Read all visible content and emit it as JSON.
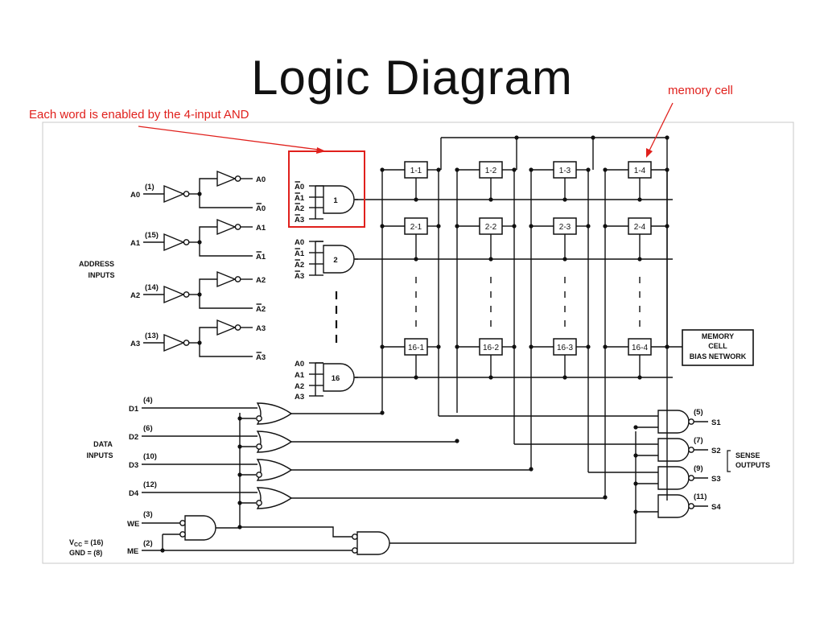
{
  "slide": {
    "title": "Logic Diagram",
    "annotations": {
      "and_note": "Each word is enabled by the 4-input AND",
      "memory_cell_note": "memory cell"
    },
    "accent_color": "#e0201c"
  },
  "diagram": {
    "address_group_label": [
      "ADDRESS",
      "INPUTS"
    ],
    "address_inputs": [
      {
        "name": "A0",
        "pin": "(1)",
        "true_out": "A0",
        "comp_out": "A0"
      },
      {
        "name": "A1",
        "pin": "(15)",
        "true_out": "A1",
        "comp_out": "A1"
      },
      {
        "name": "A2",
        "pin": "(14)",
        "true_out": "A2",
        "comp_out": "A2"
      },
      {
        "name": "A3",
        "pin": "(13)",
        "true_out": "A3",
        "comp_out": "A3"
      }
    ],
    "decoders": [
      {
        "label": "1",
        "inputs": [
          "A0",
          "A1",
          "A2",
          "A3"
        ],
        "bars": [
          true,
          true,
          true,
          true
        ]
      },
      {
        "label": "2",
        "inputs": [
          "A0",
          "A1",
          "A2",
          "A3"
        ],
        "bars": [
          false,
          true,
          true,
          true
        ]
      },
      {
        "label": "16",
        "inputs": [
          "A0",
          "A1",
          "A2",
          "A3"
        ],
        "bars": [
          false,
          false,
          false,
          false
        ]
      }
    ],
    "cells": [
      [
        "1-1",
        "1-2",
        "1-3",
        "1-4"
      ],
      [
        "2-1",
        "2-2",
        "2-3",
        "2-4"
      ],
      [
        "16-1",
        "16-2",
        "16-3",
        "16-4"
      ]
    ],
    "bias_network": [
      "MEMORY",
      "CELL",
      "BIAS NETWORK"
    ],
    "data_group_label": [
      "DATA",
      "INPUTS"
    ],
    "data_inputs": [
      {
        "name": "D1",
        "pin": "(4)"
      },
      {
        "name": "D2",
        "pin": "(6)"
      },
      {
        "name": "D3",
        "pin": "(10)"
      },
      {
        "name": "D4",
        "pin": "(12)"
      }
    ],
    "sense_outputs": [
      {
        "name": "S1",
        "pin": "(5)"
      },
      {
        "name": "S2",
        "pin": "(7)"
      },
      {
        "name": "S3",
        "pin": "(9)"
      },
      {
        "name": "S4",
        "pin": "(11)"
      }
    ],
    "sense_group_label": [
      "SENSE",
      "OUTPUTS"
    ],
    "we": {
      "name": "WE",
      "pin": "(3)"
    },
    "me": {
      "name": "ME",
      "pin": "(2)"
    },
    "power": [
      "V",
      "CC",
      " = (16)",
      "GND = (8)"
    ]
  }
}
